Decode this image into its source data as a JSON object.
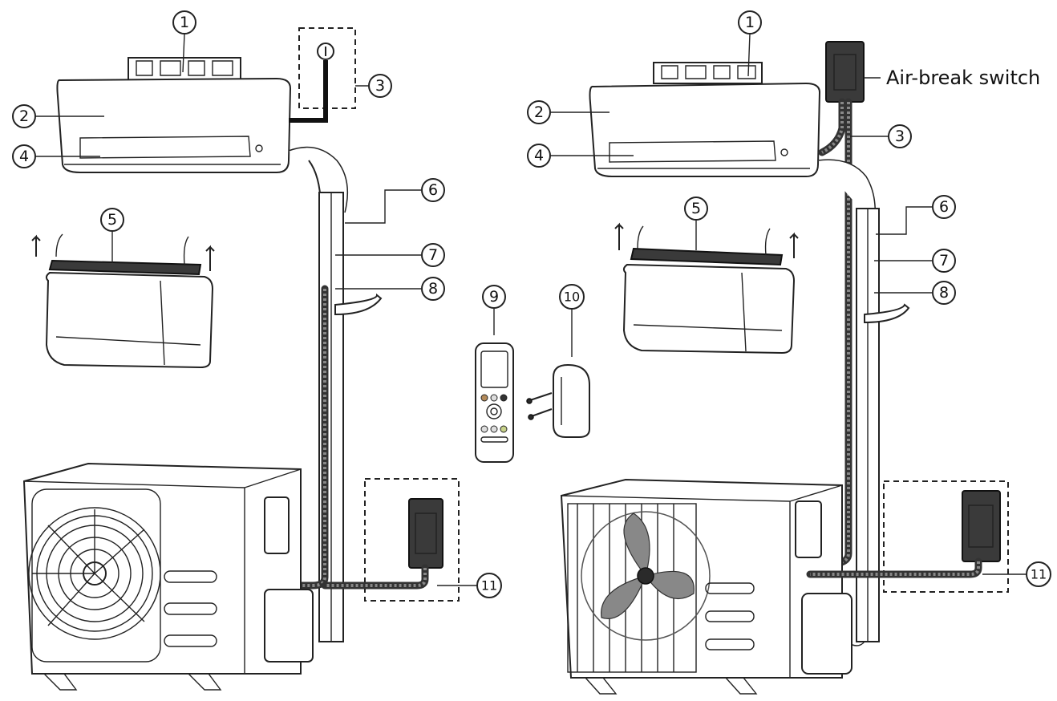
{
  "callouts": {
    "c1": "1",
    "c2": "2",
    "c3": "3",
    "c4": "4",
    "c5": "5",
    "c6": "6",
    "c7": "7",
    "c8": "8",
    "c9": "9",
    "c10": "10",
    "c11": "11"
  },
  "labels": {
    "air_break_switch": "Air-break switch"
  }
}
